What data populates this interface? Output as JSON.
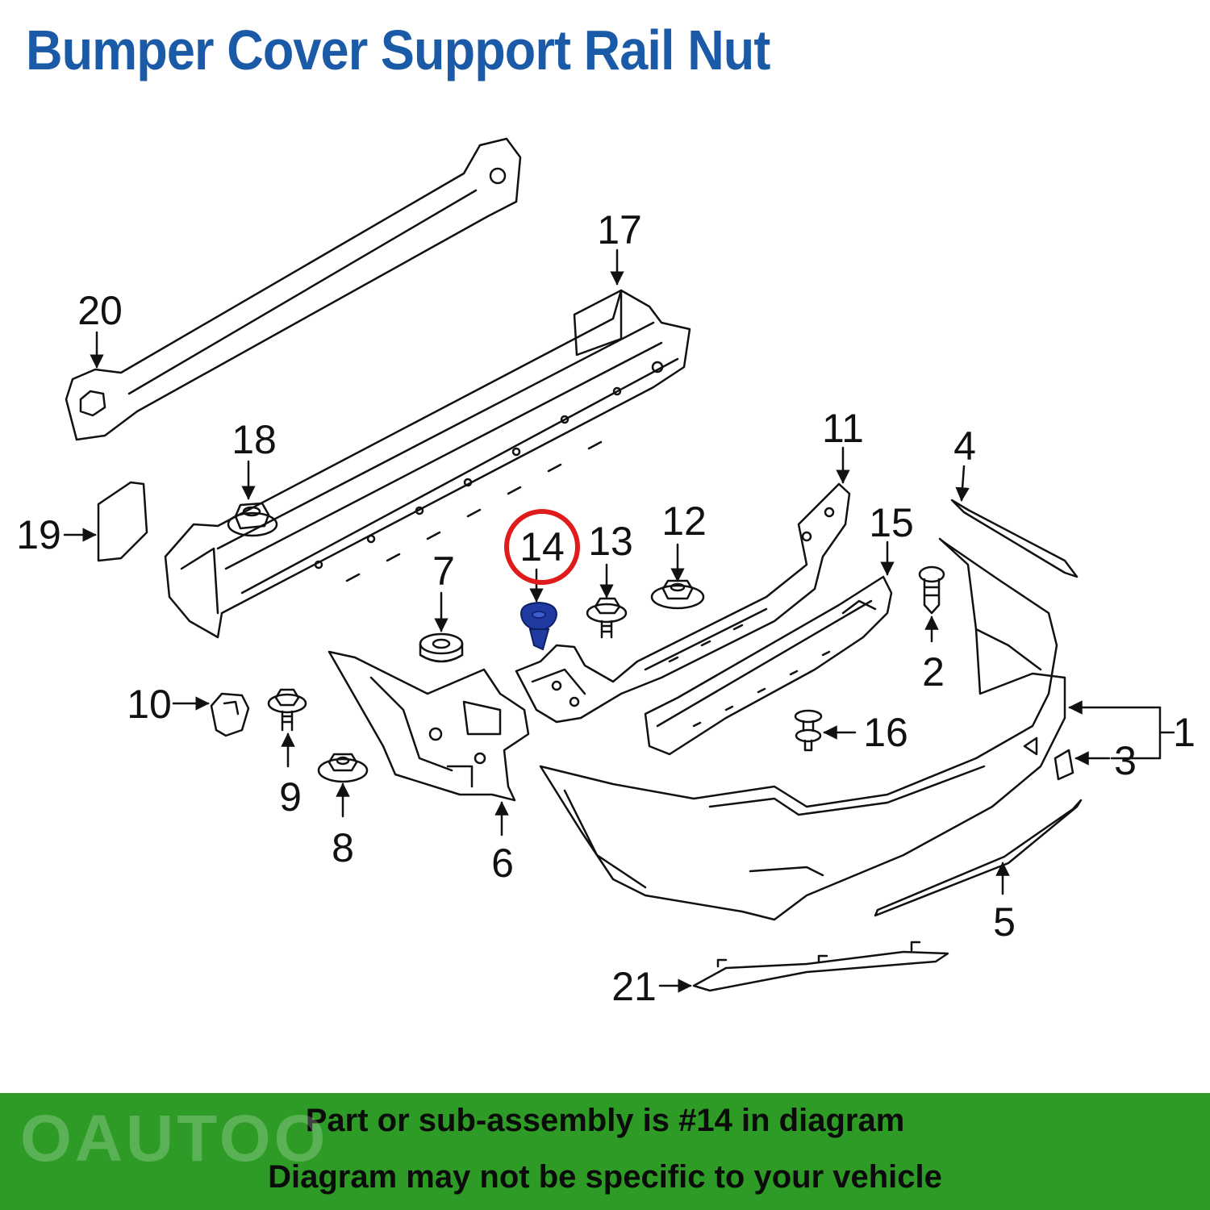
{
  "title": "Bumper Cover Support Rail Nut",
  "highlight": {
    "part_number": "14",
    "ring_color": "#e01b1b",
    "part_color": "#1f3aa0"
  },
  "colors": {
    "title": "#1a5aa6",
    "banner": "#2e9b26"
  },
  "callouts": [
    {
      "id": "1",
      "label": "1"
    },
    {
      "id": "2",
      "label": "2"
    },
    {
      "id": "3",
      "label": "3"
    },
    {
      "id": "4",
      "label": "4"
    },
    {
      "id": "5",
      "label": "5"
    },
    {
      "id": "6",
      "label": "6"
    },
    {
      "id": "7",
      "label": "7"
    },
    {
      "id": "8",
      "label": "8"
    },
    {
      "id": "9",
      "label": "9"
    },
    {
      "id": "10",
      "label": "10"
    },
    {
      "id": "11",
      "label": "11"
    },
    {
      "id": "12",
      "label": "12"
    },
    {
      "id": "13",
      "label": "13"
    },
    {
      "id": "14",
      "label": "14"
    },
    {
      "id": "15",
      "label": "15"
    },
    {
      "id": "16",
      "label": "16"
    },
    {
      "id": "17",
      "label": "17"
    },
    {
      "id": "18",
      "label": "18"
    },
    {
      "id": "19",
      "label": "19"
    },
    {
      "id": "20",
      "label": "20"
    },
    {
      "id": "21",
      "label": "21"
    }
  ],
  "footer": {
    "line1": "Part or sub-assembly is #14 in diagram",
    "line2": "Diagram may not be specific to your vehicle"
  },
  "watermark": "OAUTOO"
}
